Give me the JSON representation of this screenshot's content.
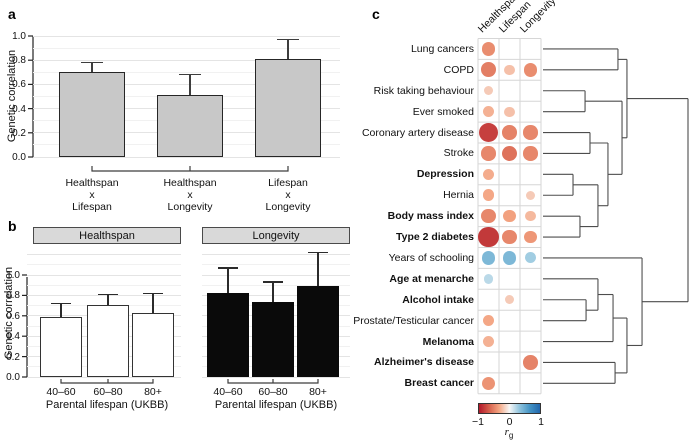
{
  "figure": {
    "panels": {
      "a": {
        "letter": "a"
      },
      "b": {
        "letter": "b"
      },
      "c": {
        "letter": "c"
      }
    }
  },
  "chart_data": [
    {
      "id": "a",
      "type": "bar",
      "ylabel": "Genetic correlation",
      "ylim": [
        0,
        1
      ],
      "yticks": [
        "0.0",
        "0.2",
        "0.4",
        "0.6",
        "0.8",
        "1.0"
      ],
      "categories": [
        [
          "Healthspan",
          "x",
          "Lifespan"
        ],
        [
          "Healthspan",
          "x",
          "Longevity"
        ],
        [
          "Lifespan",
          "x",
          "Longevity"
        ]
      ],
      "values": [
        0.7,
        0.51,
        0.81
      ],
      "error_upper": [
        0.78,
        0.68,
        0.97
      ],
      "bar_color": "#c8c8c8",
      "bar_border": "#262626",
      "grid": true
    },
    {
      "id": "b",
      "type": "bar",
      "ylabel": "Genetic correlation",
      "xlabel": "Parental lifespan (UKBB)",
      "ylim": [
        0,
        1
      ],
      "yticks": [
        "0.0",
        "0.2",
        "0.4",
        "0.6",
        "0.8",
        "1.0"
      ],
      "categories": [
        "40–60",
        "60–80",
        "80+"
      ],
      "panels": [
        {
          "label": "Healthspan",
          "bar_color": "#ffffff",
          "bar_border": "#333333",
          "values": [
            0.59,
            0.71,
            0.63
          ],
          "error_upper": [
            0.72,
            0.81,
            0.82
          ]
        },
        {
          "label": "Longevity",
          "bar_color": "#0a0a0a",
          "bar_border": "#0a0a0a",
          "values": [
            0.82,
            0.74,
            0.89
          ],
          "error_upper": [
            1.07,
            0.93,
            1.22
          ]
        }
      ],
      "grid": true
    },
    {
      "id": "c",
      "type": "heatmap",
      "columns": [
        "Healthspan",
        "Lifespan",
        "Longevity"
      ],
      "rows": [
        {
          "label": "Lung cancers",
          "bold": false,
          "rg": [
            -0.45,
            null,
            null
          ]
        },
        {
          "label": "COPD",
          "bold": false,
          "rg": [
            -0.52,
            -0.22,
            -0.45
          ]
        },
        {
          "label": "Risk taking behaviour",
          "bold": false,
          "rg": [
            -0.18,
            null,
            null
          ]
        },
        {
          "label": "Ever smoked",
          "bold": false,
          "rg": [
            -0.28,
            -0.22,
            null
          ]
        },
        {
          "label": "Coronary artery disease",
          "bold": false,
          "rg": [
            -0.82,
            -0.5,
            -0.48
          ]
        },
        {
          "label": "Stroke",
          "bold": false,
          "rg": [
            -0.48,
            -0.58,
            -0.48
          ]
        },
        {
          "label": "Depression",
          "bold": true,
          "rg": [
            -0.3,
            null,
            null
          ]
        },
        {
          "label": "Hernia",
          "bold": false,
          "rg": [
            -0.32,
            null,
            -0.18
          ]
        },
        {
          "label": "Body mass index",
          "bold": true,
          "rg": [
            -0.48,
            -0.35,
            -0.25
          ]
        },
        {
          "label": "Type 2 diabetes",
          "bold": true,
          "rg": [
            -0.85,
            -0.48,
            -0.4
          ]
        },
        {
          "label": "Years of schooling",
          "bold": false,
          "rg": [
            0.42,
            0.42,
            0.28
          ]
        },
        {
          "label": "Age at menarche",
          "bold": true,
          "rg": [
            0.2,
            null,
            null
          ]
        },
        {
          "label": "Alcohol intake",
          "bold": true,
          "rg": [
            null,
            -0.18,
            null
          ]
        },
        {
          "label": "Prostate/Testicular cancer",
          "bold": false,
          "rg": [
            -0.32,
            null,
            null
          ]
        },
        {
          "label": "Melanoma",
          "bold": true,
          "rg": [
            -0.28,
            null,
            null
          ]
        },
        {
          "label": "Alzheimer's disease",
          "bold": true,
          "rg": [
            null,
            null,
            -0.5
          ]
        },
        {
          "label": "Breast cancer",
          "bold": true,
          "rg": [
            -0.42,
            null,
            null
          ]
        }
      ],
      "colorbar": {
        "ticks": [
          "−1",
          "0",
          "1"
        ],
        "label_main": "r",
        "label_sub": "g",
        "color_negative": "#b2182b",
        "color_zero": "#f7f7f7",
        "color_positive": "#2166ac"
      },
      "dendrogram": {
        "h": 1.0,
        "c": [
          {
            "h": 0.579,
            "c": [
              {
                "h": 0.517,
                "c": [
                  {
                    "leaf": 0
                  },
                  {
                    "leaf": 1
                  }
                ]
              },
              {
                "h": 0.545,
                "c": [
                  {
                    "h": 0.29,
                    "c": [
                      {
                        "leaf": 2
                      },
                      {
                        "leaf": 3
                      }
                    ]
                  },
                  {
                    "h": 0.448,
                    "c": [
                      {
                        "h": 0.324,
                        "c": [
                          {
                            "leaf": 4
                          },
                          {
                            "leaf": 5
                          }
                        ]
                      },
                      {
                        "h": 0.379,
                        "c": [
                          {
                            "h": 0.207,
                            "c": [
                              {
                                "leaf": 6
                              },
                              {
                                "leaf": 7
                              }
                            ]
                          },
                          {
                            "h": 0.255,
                            "c": [
                              {
                                "leaf": 8
                              },
                              {
                                "leaf": 9
                              }
                            ]
                          }
                        ]
                      }
                    ]
                  }
                ]
              }
            ]
          },
          {
            "h": 0.683,
            "c": [
              {
                "leaf": 10
              },
              {
                "h": 0.579,
                "c": [
                  {
                    "h": 0.483,
                    "c": [
                      {
                        "h": 0.379,
                        "c": [
                          {
                            "leaf": 11
                          },
                          {
                            "h": 0.297,
                            "c": [
                              {
                                "leaf": 12
                              },
                              {
                                "leaf": 13
                              }
                            ]
                          }
                        ]
                      },
                      {
                        "leaf": 14
                      }
                    ]
                  },
                  {
                    "h": 0.497,
                    "c": [
                      {
                        "leaf": 15
                      },
                      {
                        "leaf": 16
                      }
                    ]
                  }
                ]
              }
            ]
          }
        ]
      }
    }
  ]
}
